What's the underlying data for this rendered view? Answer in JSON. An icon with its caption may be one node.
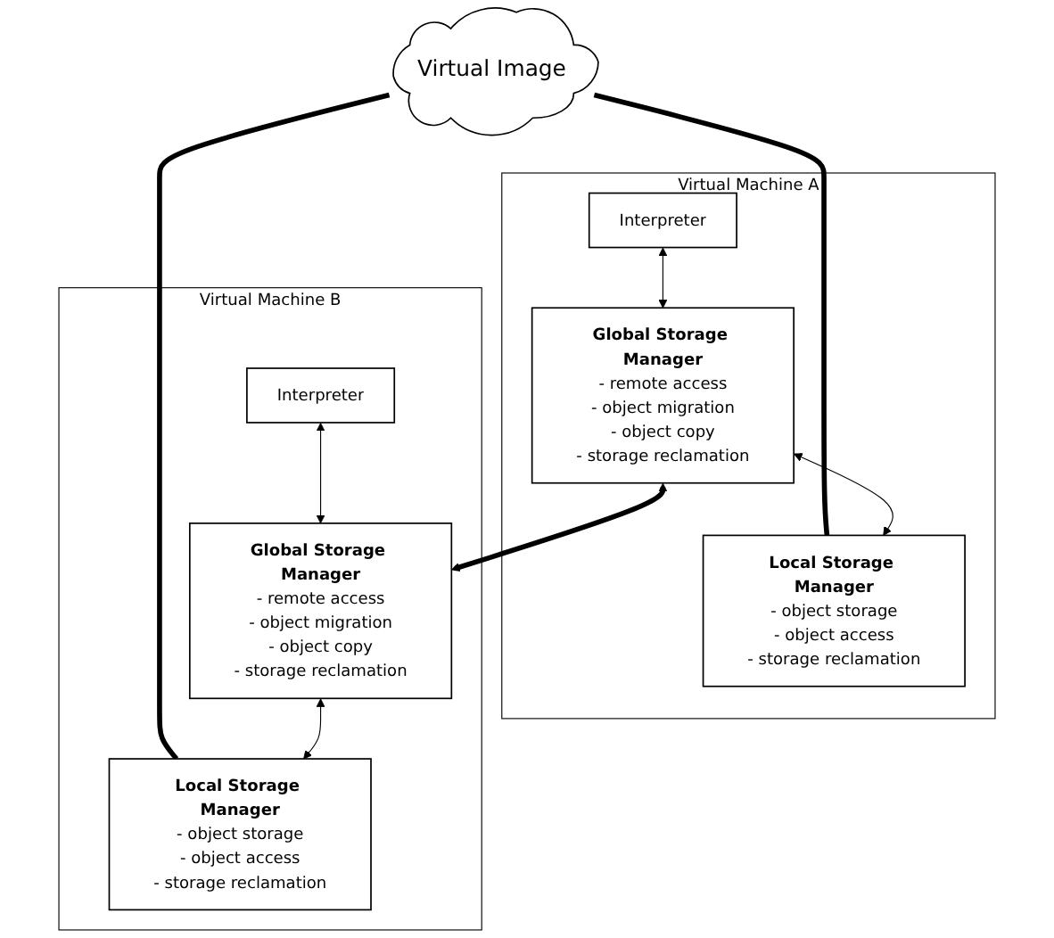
{
  "diagram": {
    "nodes": [
      {
        "text": [
          "Virtual Image"
        ]
      },
      {
        "text": [
          "Virtual Machine A"
        ]
      },
      {
        "text": [
          "Interpreter"
        ],
        "in": 1
      },
      {
        "text": [
          "Global Storage Manager",
          "- remote access",
          "- object migration",
          "- object copy",
          "- storage reclamation"
        ],
        "in": 1
      },
      {
        "text": [
          "Local Storage Manager",
          "- object storage",
          "- object access",
          "- storage reclamation"
        ],
        "in": 1
      },
      {
        "text": [
          "Virtual Machine B"
        ]
      },
      {
        "text": [
          "Interpreter"
        ],
        "in": 5
      },
      {
        "text": [
          "Global Storage Manager",
          "- remote access",
          "- object migration",
          "- object copy",
          "- storage reclamation"
        ],
        "in": 5
      },
      {
        "text": [
          "Local Storage Manager",
          "- object storage",
          "- object access",
          "- storage reclamation"
        ],
        "in": 5
      }
    ],
    "edges": [
      {
        "from": 0,
        "to": 4,
        "arrow": "none",
        "style": "thick"
      },
      {
        "from": 0,
        "to": 8,
        "arrow": "none",
        "style": "thick"
      },
      {
        "from": 2,
        "to": 3,
        "arrow": "both"
      },
      {
        "from": 3,
        "to": 4,
        "arrow": "both"
      },
      {
        "from": 3,
        "to": 7,
        "arrow": "both",
        "style": "thick"
      },
      {
        "from": 6,
        "to": 7,
        "arrow": "both"
      },
      {
        "from": 7,
        "to": 8,
        "arrow": "both"
      }
    ]
  }
}
